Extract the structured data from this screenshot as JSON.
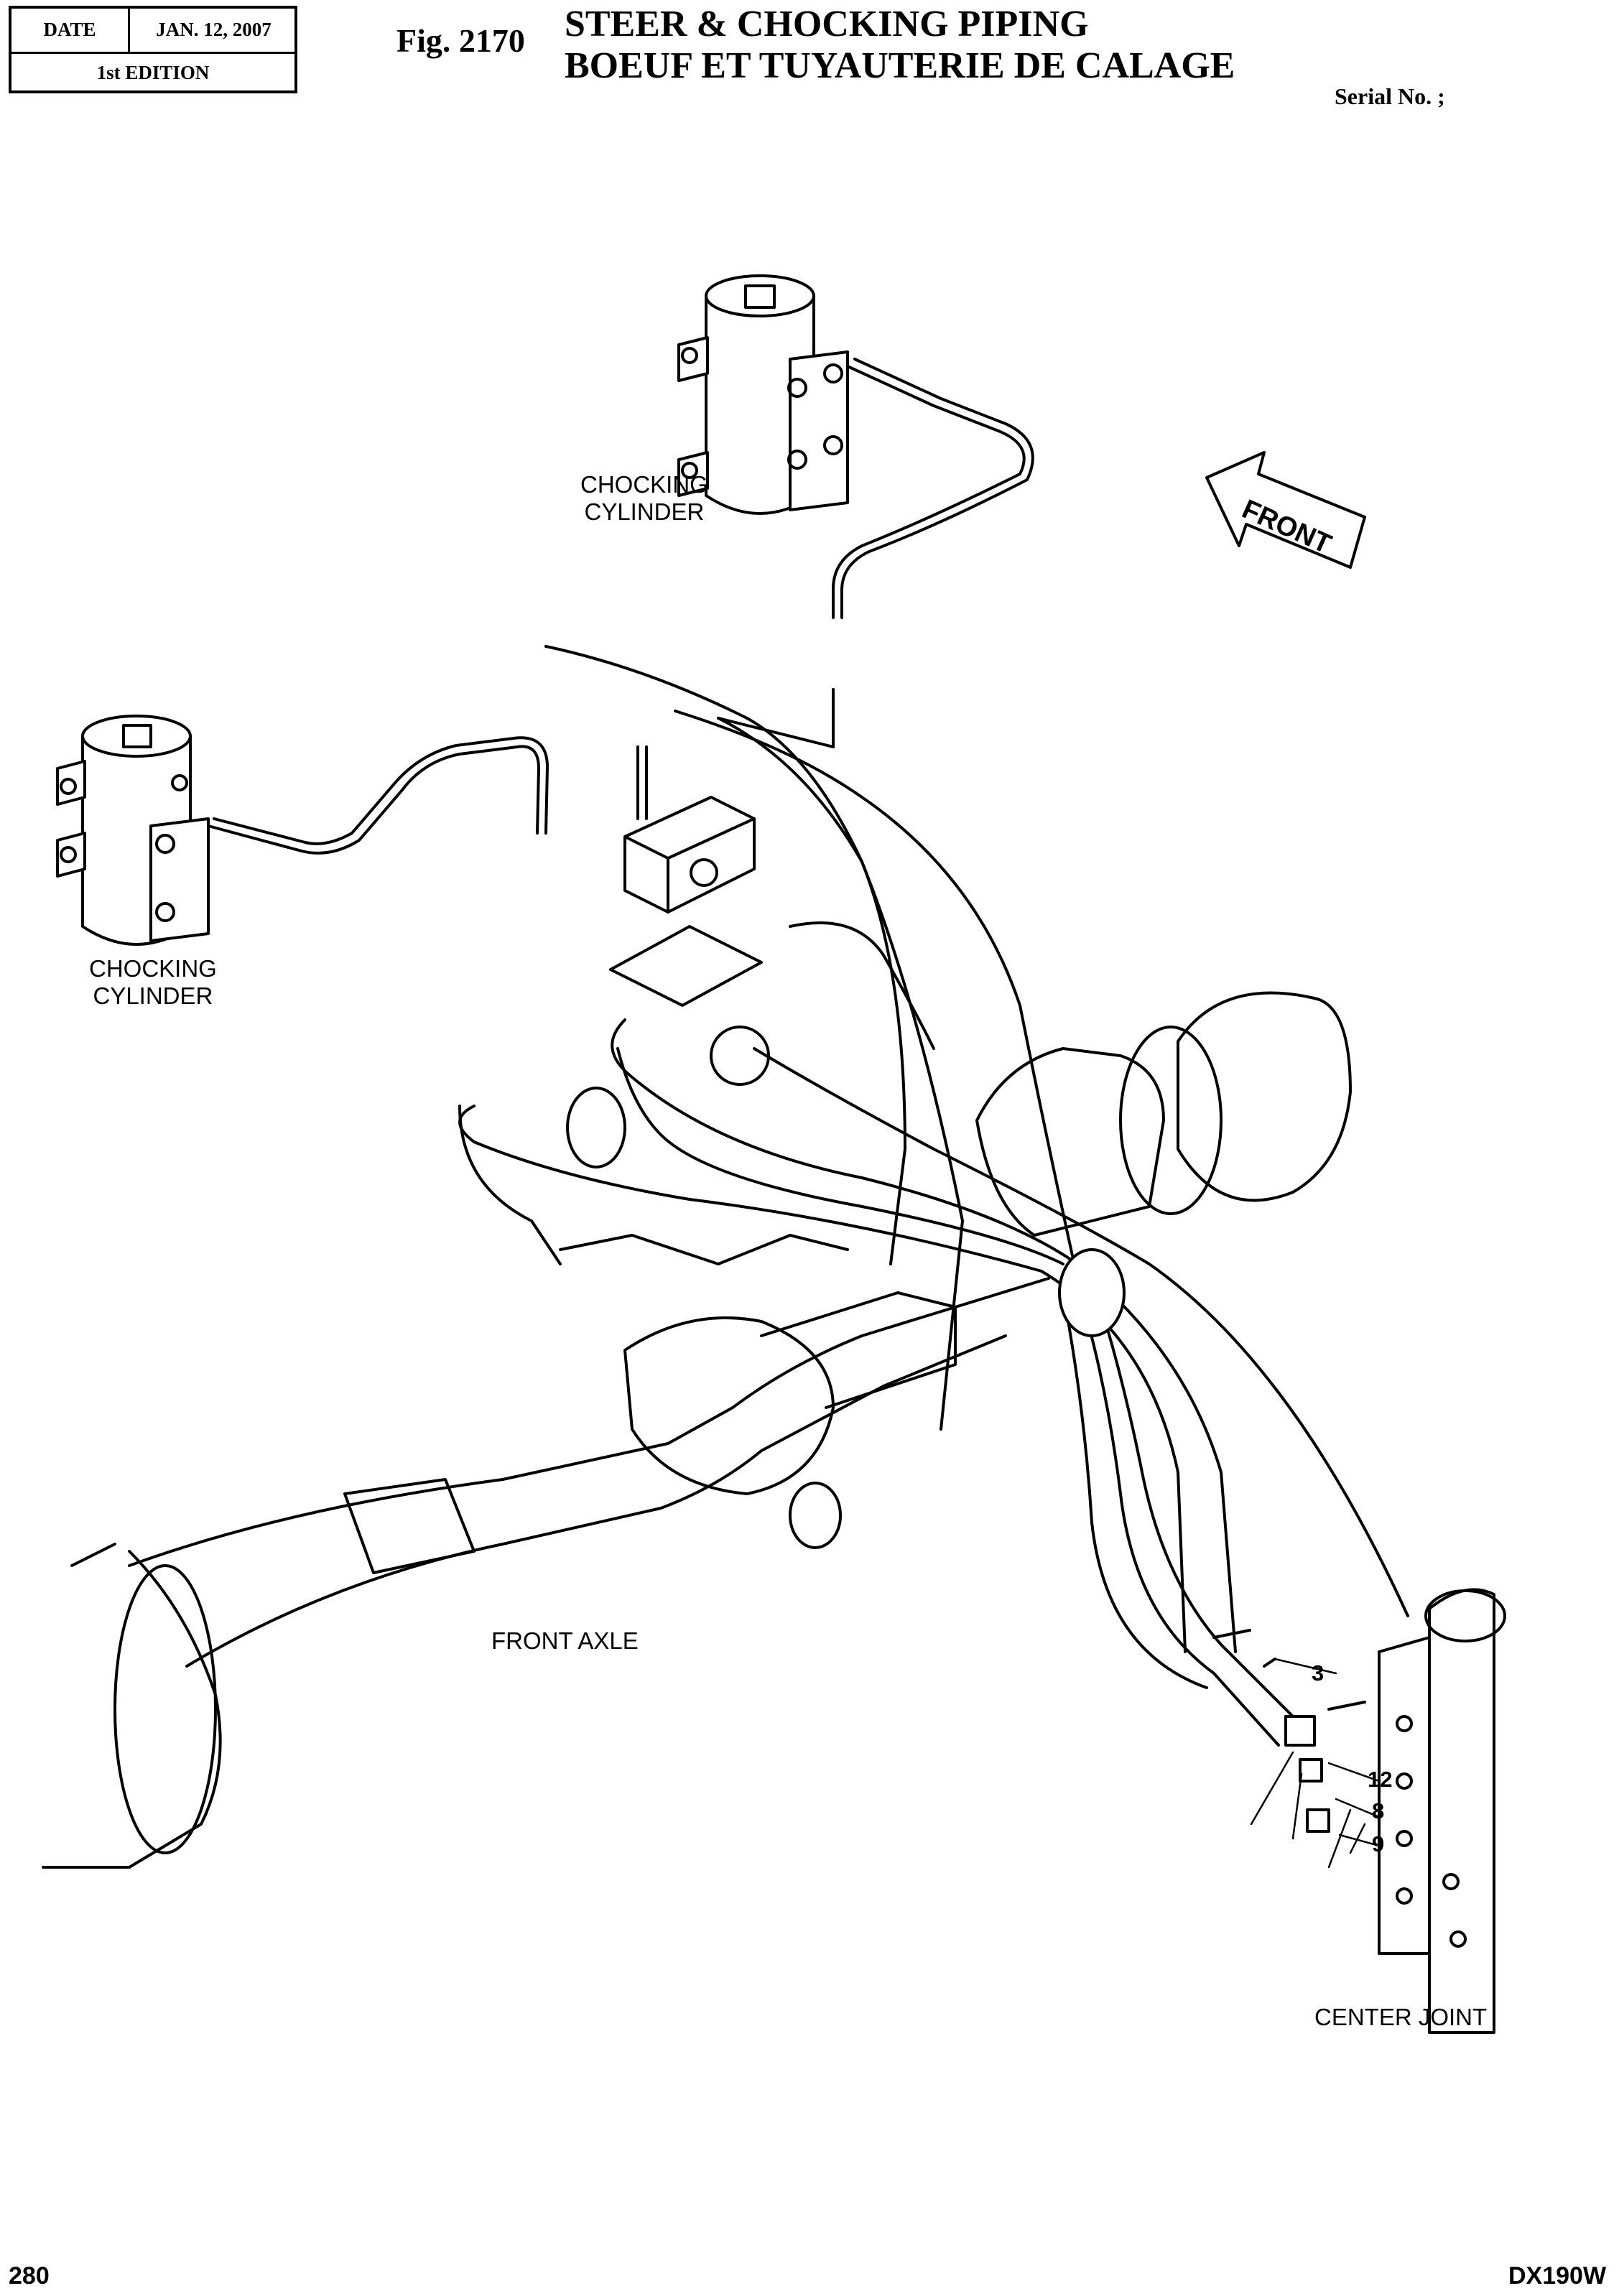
{
  "header": {
    "date_label": "DATE",
    "date_value": "JAN. 12, 2007",
    "edition": "1st EDITION"
  },
  "figure": {
    "number": "Fig. 2170",
    "title_en": "STEER & CHOCKING PIPING",
    "title_fr": "BOEUF ET TUYAUTERIE DE CALAGE",
    "serial": "Serial No. ;"
  },
  "labels": {
    "chocking_cylinder_top": [
      "CHOCKING",
      "CYLINDER"
    ],
    "chocking_cylinder_left": [
      "CHOCKING",
      "CYLINDER"
    ],
    "front_arrow": "FRONT",
    "front_axle": "FRONT AXLE",
    "center_joint": "CENTER JOINT"
  },
  "callouts": [
    "3",
    "12",
    "8",
    "9"
  ],
  "footer": {
    "page": "280",
    "model": "DX190W"
  }
}
